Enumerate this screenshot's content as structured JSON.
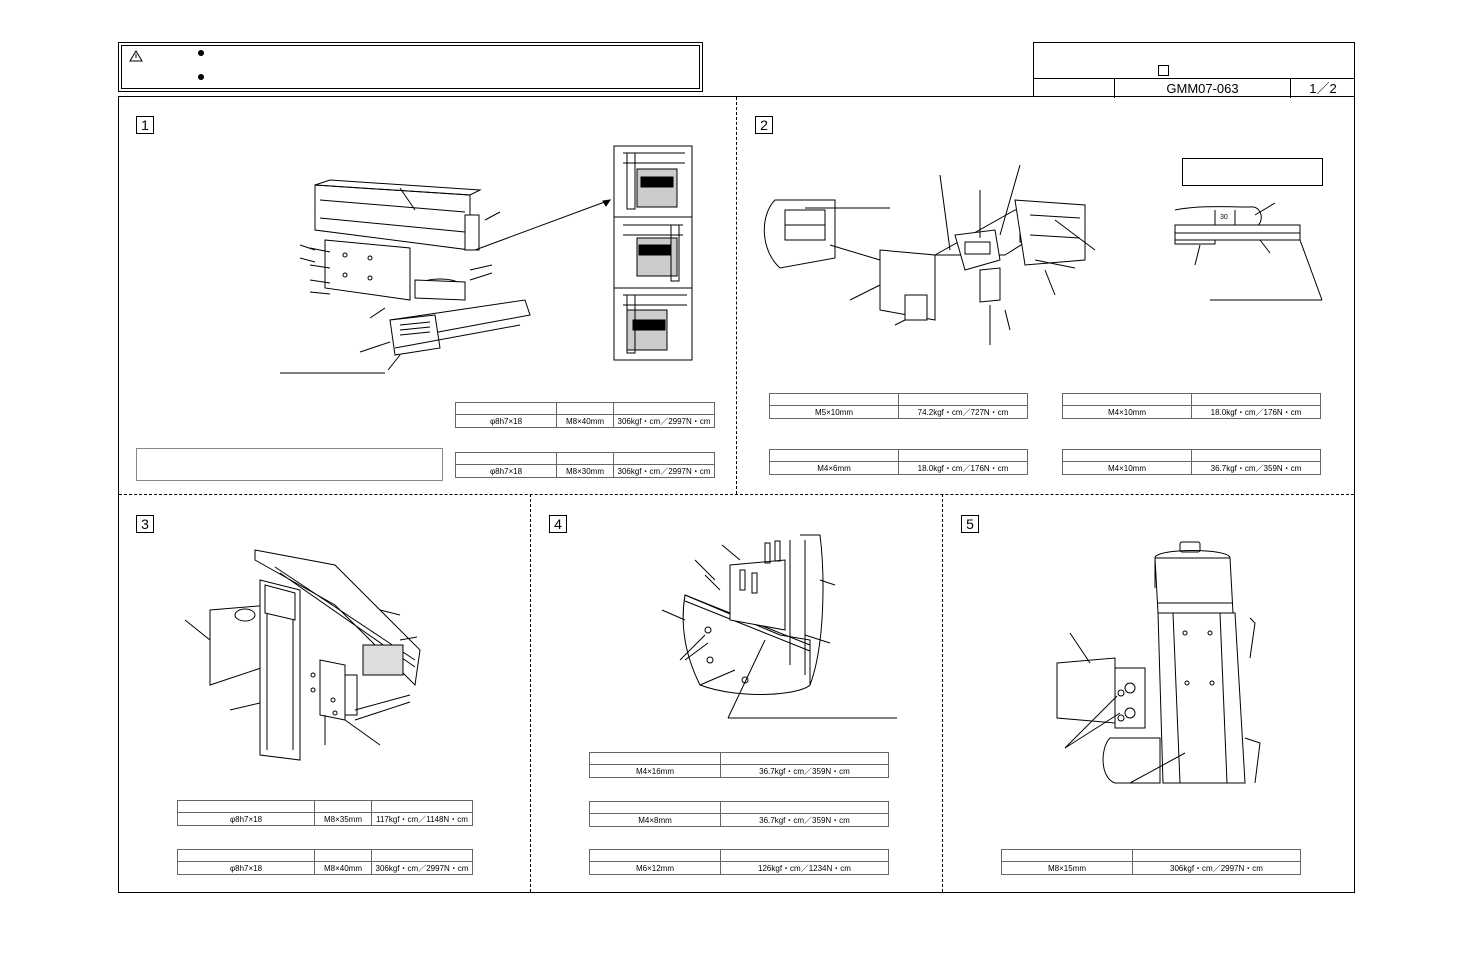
{
  "header": {
    "warning_icon": "warning-triangle-icon",
    "warning_text_1": "",
    "warning_text_2": ""
  },
  "title_block": {
    "doc_number": "GMM07-063",
    "page": "1／2"
  },
  "steps": [
    {
      "number": "1"
    },
    {
      "number": "2"
    },
    {
      "number": "3"
    },
    {
      "number": "4"
    },
    {
      "number": "5"
    }
  ],
  "tables": {
    "s1_t1": {
      "pin": "φ8h7×18",
      "bolt": "M8×40mm",
      "torque": "306kgf・cm／2997N・cm"
    },
    "s1_t2": {
      "pin": "φ8h7×18",
      "bolt": "M8×30mm",
      "torque": "306kgf・cm／2997N・cm"
    },
    "s2_t1": {
      "bolt": "M5×10mm",
      "torque": "74.2kgf・cm／727N・cm"
    },
    "s2_t2": {
      "bolt": "M4×10mm",
      "torque": "18.0kgf・cm／176N・cm"
    },
    "s2_t3": {
      "bolt": "M4×6mm",
      "torque": "18.0kgf・cm／176N・cm"
    },
    "s2_t4": {
      "bolt": "M4×10mm",
      "torque": "36.7kgf・cm／359N・cm"
    },
    "s3_t1": {
      "pin": "φ8h7×18",
      "bolt": "M8×35mm",
      "torque": "117kgf・cm／1148N・cm"
    },
    "s3_t2": {
      "pin": "φ8h7×18",
      "bolt": "M8×40mm",
      "torque": "306kgf・cm／2997N・cm"
    },
    "s4_t1": {
      "bolt": "M4×16mm",
      "torque": "36.7kgf・cm／359N・cm"
    },
    "s4_t2": {
      "bolt": "M4×8mm",
      "torque": "36.7kgf・cm／359N・cm"
    },
    "s4_t3": {
      "bolt": "M6×12mm",
      "torque": "126kgf・cm／1234N・cm"
    },
    "s5_t1": {
      "bolt": "M8×15mm",
      "torque": "306kgf・cm／2997N・cm"
    }
  },
  "detail_label": "30"
}
